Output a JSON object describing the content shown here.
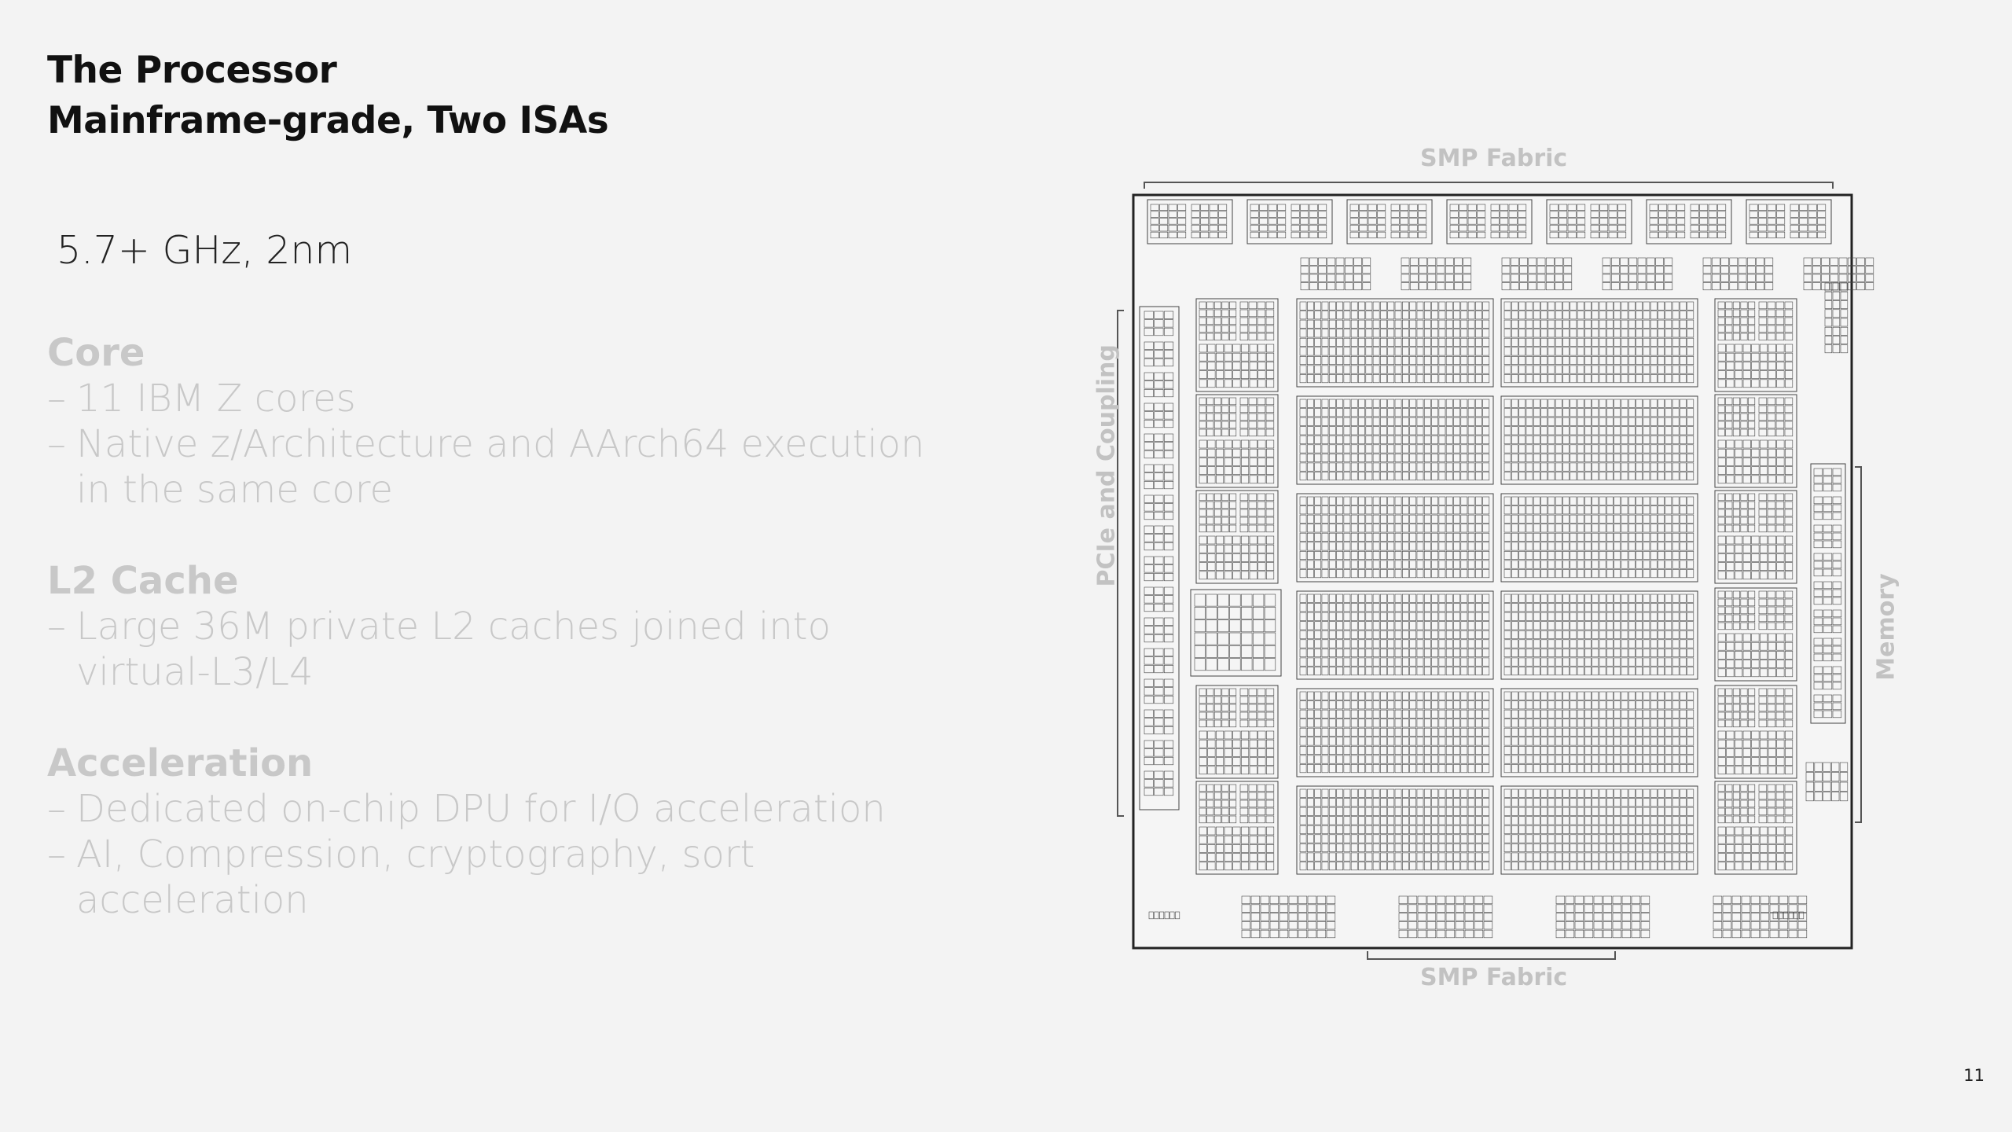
{
  "slide": {
    "title_line1": "The Processor",
    "title_line2": "Mainframe-grade, Two ISAs",
    "headline": "5.7+ GHz, 2nm",
    "sections": [
      {
        "heading": "Core",
        "bullets": [
          {
            "dash": "–",
            "text": "11 IBM Z cores"
          },
          {
            "dash": "–",
            "text": "Native z/Architecture and AArch64 execution in the same core"
          }
        ]
      },
      {
        "heading": "L2 Cache",
        "bullets": [
          {
            "dash": "–",
            "text": "Large 36M private L2 caches joined into virtual-L3/L4"
          }
        ]
      },
      {
        "heading": "Acceleration",
        "bullets": [
          {
            "dash": "–",
            "text": "Dedicated on-chip DPU for I/O acceleration"
          },
          {
            "dash": "–",
            "text": "AI, Compression, cryptography, sort acceleration"
          }
        ]
      }
    ],
    "page_number": "11"
  },
  "diagram": {
    "label_top": "SMP Fabric",
    "label_bottom": "SMP Fabric",
    "label_left": "PCIe and Coupling",
    "label_right": "Memory"
  }
}
